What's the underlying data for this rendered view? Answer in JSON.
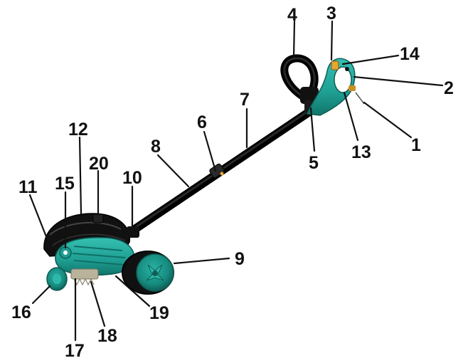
{
  "diagram": {
    "labels": [
      {
        "id": "1",
        "text": "1"
      },
      {
        "id": "2",
        "text": "2"
      },
      {
        "id": "3",
        "text": "3"
      },
      {
        "id": "4",
        "text": "4"
      },
      {
        "id": "5",
        "text": "5"
      },
      {
        "id": "6",
        "text": "6"
      },
      {
        "id": "7",
        "text": "7"
      },
      {
        "id": "8",
        "text": "8"
      },
      {
        "id": "9",
        "text": "9"
      },
      {
        "id": "10",
        "text": "10"
      },
      {
        "id": "11",
        "text": "11"
      },
      {
        "id": "12",
        "text": "12"
      },
      {
        "id": "13",
        "text": "13"
      },
      {
        "id": "14",
        "text": "14"
      },
      {
        "id": "15",
        "text": "15"
      },
      {
        "id": "16",
        "text": "16"
      },
      {
        "id": "17",
        "text": "17"
      },
      {
        "id": "18",
        "text": "18"
      },
      {
        "id": "19",
        "text": "19"
      },
      {
        "id": "20",
        "text": "20"
      }
    ]
  },
  "colors": {
    "body_green": "#1f9e92",
    "dark_green": "#127a70",
    "shaft_black": "#151515",
    "label_black": "#111111",
    "switch_orange": "#e8a630"
  }
}
